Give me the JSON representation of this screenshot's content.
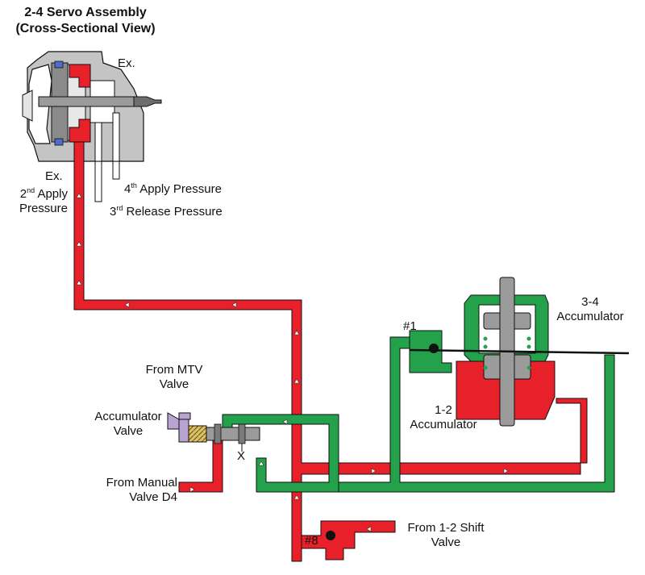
{
  "title": {
    "line1": "2-4 Servo Assembly",
    "line2": "(Cross-Sectional View)"
  },
  "labels": {
    "ex_top": "Ex.",
    "ex_bottom": "Ex.",
    "second_apply": {
      "ord_num": "2",
      "ord_sup": "nd",
      "rest": " Apply",
      "line2": "Pressure"
    },
    "fourth_apply": {
      "ord_num": "4",
      "ord_sup": "th",
      "rest": " Apply Pressure"
    },
    "third_release": {
      "ord_num": "3",
      "ord_sup": "rd",
      "rest": " Release Pressure"
    },
    "accum_34": {
      "line1": "3-4",
      "line2": "Accumulator"
    },
    "accum_12": {
      "line1": "1-2",
      "line2": "Accumulator"
    },
    "check_1": "#1",
    "check_8": "#8",
    "from_mtv": {
      "line1": "From MTV",
      "line2": "Valve"
    },
    "accum_valve": {
      "line1": "Accumulator",
      "line2": "Valve"
    },
    "x_mark": "X",
    "from_manual": {
      "line1": "From Manual",
      "line2": "Valve D4"
    },
    "from_12_shift": {
      "line1": "From 1-2 Shift",
      "line2": "Valve"
    }
  },
  "colors": {
    "apply_red": "#e8202a",
    "accum_green": "#23a14b",
    "mtv_purple": "#b8a3d1",
    "metal_gray": "#9b9b9b",
    "housing_gray": "#c4c4c4",
    "outline_black": "#111111"
  }
}
